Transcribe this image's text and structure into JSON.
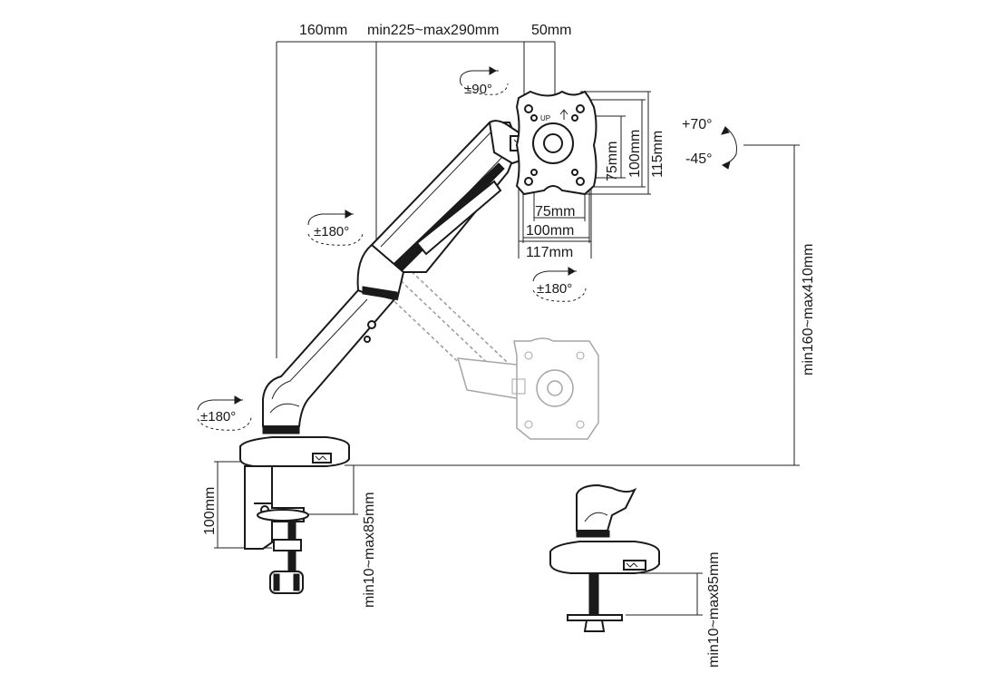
{
  "top_dims": {
    "offset": "160mm",
    "arm_length": "min225~max290mm",
    "plate_offset": "50mm"
  },
  "rotations": {
    "tilt_swivel": "±90°",
    "arm_upper": "±180°",
    "plate_rotate": "±180°",
    "base": "±180°"
  },
  "tilt": {
    "up": "+70°",
    "down": "-45°"
  },
  "vesa": {
    "h75": "75mm",
    "h100": "100mm",
    "h117": "117mm",
    "v75": "75mm",
    "v100": "100mm",
    "v115": "115mm",
    "up_label": "UP"
  },
  "height_range": "min160~max410mm",
  "clamp": {
    "height": "100mm",
    "desk_thickness": "min10~max85mm"
  },
  "grommet": {
    "desk_thickness": "min10~max85mm"
  }
}
